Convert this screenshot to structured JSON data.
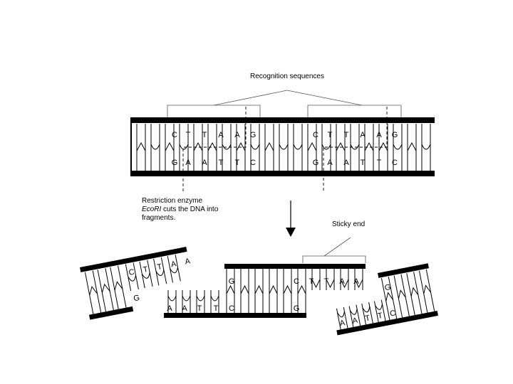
{
  "labels": {
    "recognition": "Recognition sequences",
    "sticky": "Sticky end",
    "restriction_line1": "Restriction enzyme",
    "restriction_enzyme": "EcoRI",
    "restriction_line2_rest": " cuts the DNA into",
    "restriction_line3": "fragments."
  },
  "top_strand": {
    "site1": [
      "C",
      "T",
      "T",
      "A",
      "A",
      "G"
    ],
    "site2": [
      "C",
      "T",
      "T",
      "A",
      "A",
      "G"
    ]
  },
  "bottom_strand": {
    "site1": [
      "G",
      "A",
      "A",
      "T",
      "T",
      "C"
    ],
    "site2": [
      "G",
      "A",
      "A",
      "T",
      "T",
      "C"
    ]
  },
  "fragments": {
    "left_top": [
      "C",
      "T",
      "T",
      "A",
      "A"
    ],
    "left_bottom": [
      "G"
    ],
    "middle_top_left": [
      "G"
    ],
    "middle_top_right": [
      "C",
      "T",
      "T",
      "A",
      "A"
    ],
    "middle_bottom_left": [
      "A",
      "A",
      "T",
      "T",
      "C"
    ],
    "middle_bottom_right": [
      "G"
    ],
    "right_top": [
      "G"
    ],
    "right_bottom": [
      "A",
      "A",
      "T",
      "T",
      "C"
    ]
  }
}
